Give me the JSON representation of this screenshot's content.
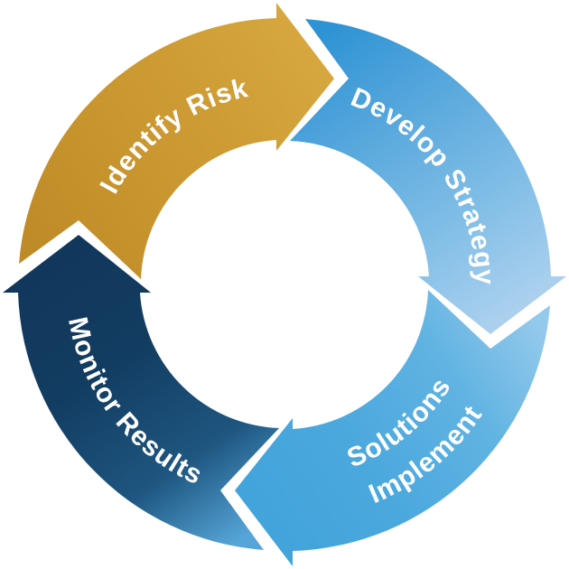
{
  "diagram": {
    "type": "cycle",
    "flow_direction": "clockwise",
    "background_color": "#FFFFFF",
    "label_color": "#FFFFFF",
    "steps": [
      {
        "id": "identify-risk",
        "label": "Identify Risk",
        "position": "top-left",
        "colors": [
          "#BF8B27",
          "#C7932D",
          "#CE9C35",
          "#D6A73F"
        ]
      },
      {
        "id": "develop-strategy",
        "label": "Develop Strategy",
        "position": "top-right",
        "colors": [
          "#2E93D4",
          "#5AA9DD",
          "#83BFE7",
          "#ABD0EE"
        ]
      },
      {
        "id": "implement-solutions",
        "label": "Implement Solutions",
        "lines": [
          "Implement",
          "Solutions"
        ],
        "position": "bottom-right",
        "colors": [
          "#93C9EB",
          "#60B3E2",
          "#4BA8DD",
          "#42A4DB"
        ]
      },
      {
        "id": "monitor-results",
        "label": "Monitor Results",
        "position": "bottom-left",
        "colors": [
          "#55A5D8",
          "#1E5680",
          "#123C61",
          "#11385C"
        ]
      }
    ]
  }
}
